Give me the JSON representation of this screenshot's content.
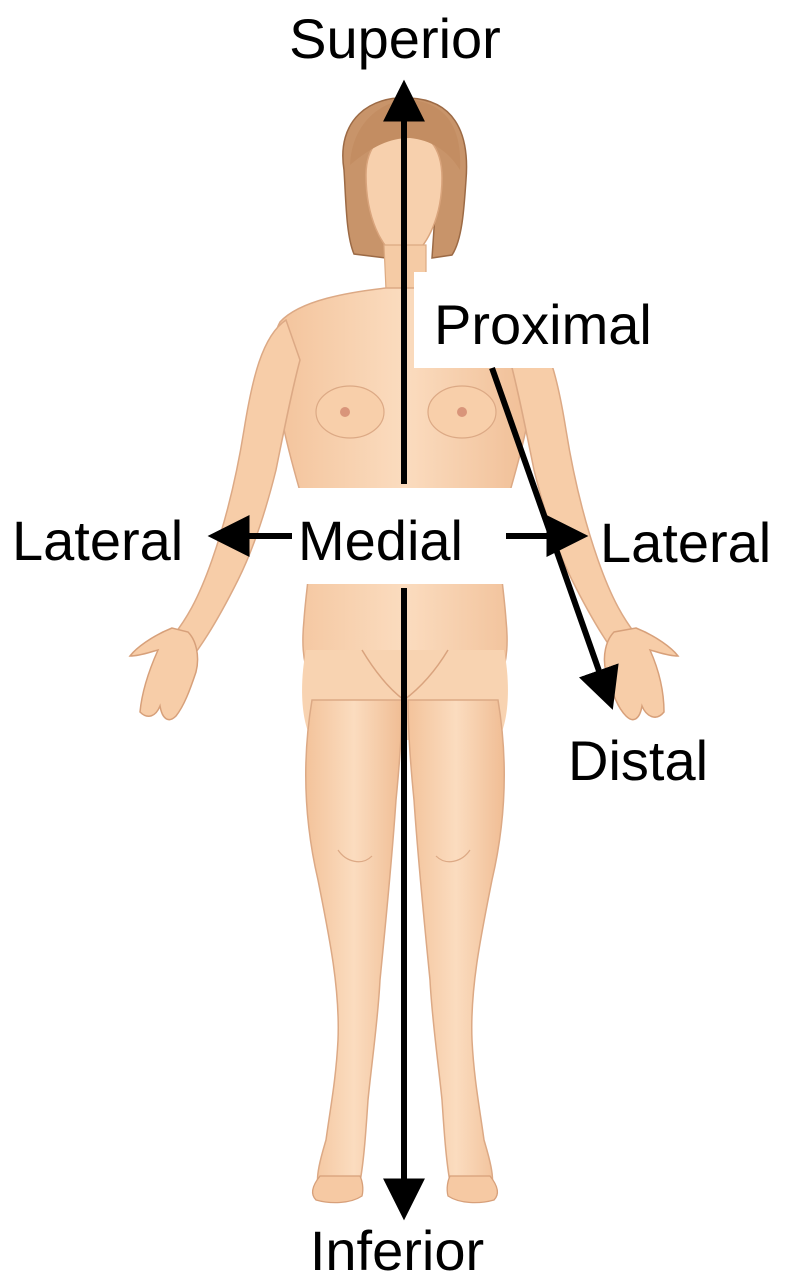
{
  "labels": {
    "superior": "Superior",
    "inferior": "Inferior",
    "proximal": "Proximal",
    "distal": "Distal",
    "medial": "Medial",
    "lateral_left": "Lateral",
    "lateral_right": "Lateral"
  },
  "colors": {
    "skin": "#f9d2ae",
    "skin_shadow": "#eab58c",
    "hair": "#c99466",
    "arrow": "#000000",
    "label_background": "#ffffff"
  }
}
